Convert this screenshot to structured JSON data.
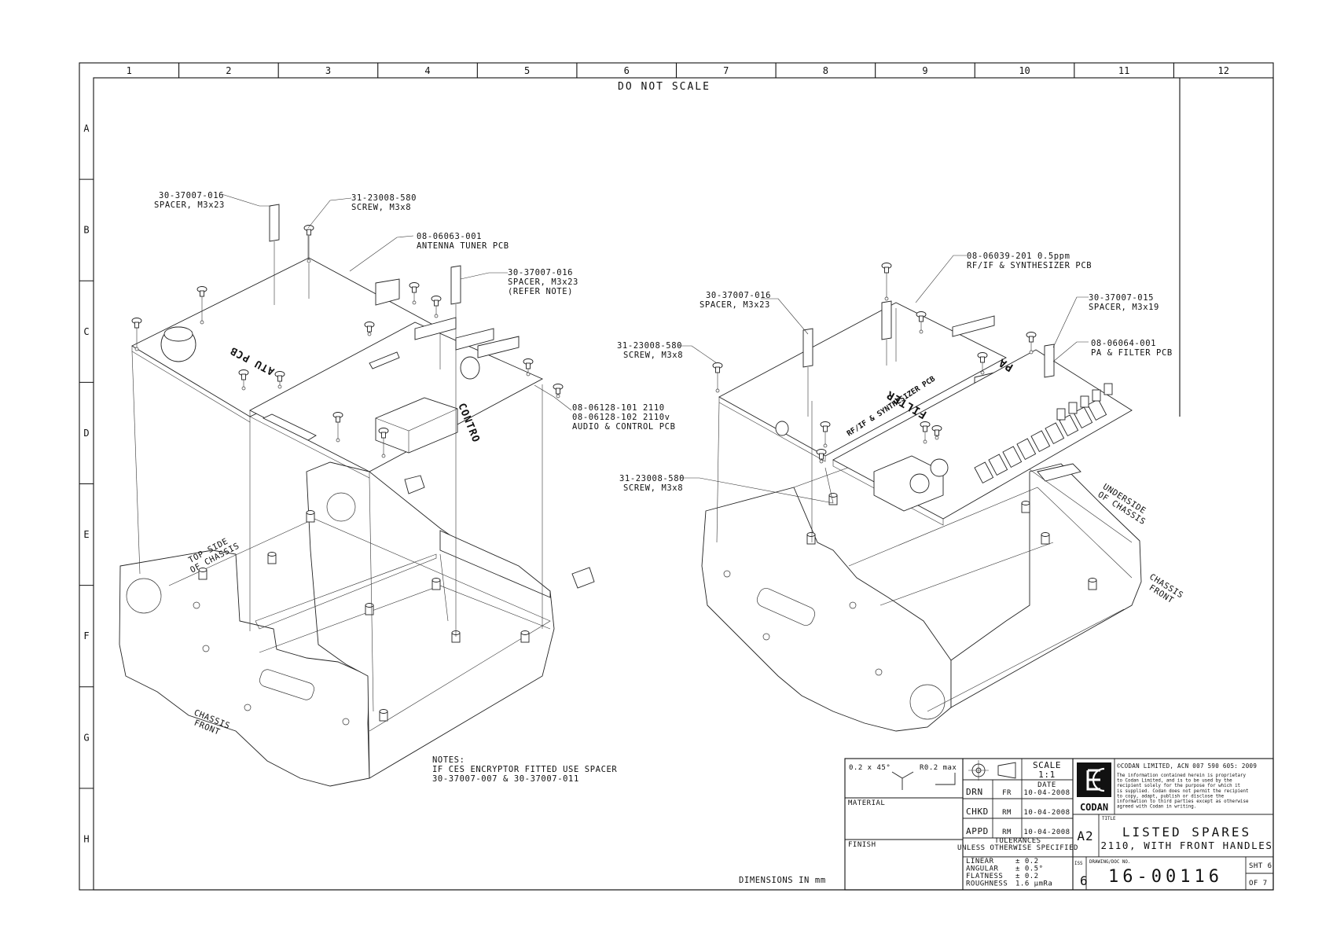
{
  "sheet": {
    "heading": "DO NOT SCALE",
    "columns": [
      "1",
      "2",
      "3",
      "4",
      "5",
      "6",
      "7",
      "8",
      "9",
      "10",
      "11",
      "12"
    ],
    "rows": [
      "A",
      "B",
      "C",
      "D",
      "E",
      "F",
      "G",
      "H"
    ],
    "dimensions_note": "DIMENSIONS IN mm"
  },
  "notes": {
    "title": "NOTES:",
    "line1": "IF CES ENCRYPTOR FITTED USE SPACER",
    "line2": "30-37007-007 & 30-37007-011"
  },
  "left_callouts": [
    {
      "id": "spacer-1",
      "part": "30-37007-016",
      "desc": "SPACER, M3x23",
      "extra": ""
    },
    {
      "id": "screw-1",
      "part": "31-23008-580",
      "desc": "SCREW, M3x8",
      "extra": ""
    },
    {
      "id": "atu-pcb",
      "part": "08-06063-001",
      "desc": "ANTENNA TUNER PCB",
      "extra": ""
    },
    {
      "id": "spacer-2",
      "part": "30-37007-016",
      "desc": "SPACER, M3x23",
      "extra": "(REFER NOTE)"
    },
    {
      "id": "audio-pcb",
      "part": "08-06128-101 2110",
      "desc": "08-06128-102 2110v",
      "extra": "AUDIO & CONTROL PCB"
    }
  ],
  "right_callouts": [
    {
      "id": "rf-pcb",
      "part": "08-06039-201 0.5ppm",
      "desc": "RF/IF & SYNTHESIZER PCB",
      "extra": ""
    },
    {
      "id": "spacer-3",
      "part": "30-37007-016",
      "desc": "SPACER, M3x23",
      "extra": ""
    },
    {
      "id": "spacer-4",
      "part": "30-37007-015",
      "desc": "SPACER, M3x19",
      "extra": ""
    },
    {
      "id": "screw-2",
      "part": "31-23008-580",
      "desc": "SCREW, M3x8",
      "extra": ""
    },
    {
      "id": "pa-pcb",
      "part": "08-06064-001",
      "desc": "PA & FILTER PCB",
      "extra": ""
    },
    {
      "id": "screw-3",
      "part": "31-23008-580",
      "desc": "SCREW, M3x8",
      "extra": ""
    }
  ],
  "chassis_labels": {
    "left_top": [
      "TOP SIDE",
      "OF CHASSIS"
    ],
    "left_front": [
      "CHASSIS",
      "FRONT"
    ],
    "right_under": [
      "UNDERSIDE",
      "OF CHASSIS"
    ],
    "right_front": [
      "CHASSIS",
      "FRONT"
    ]
  },
  "board_text": {
    "atu": "ATU PCB",
    "control": "CONTRO",
    "rf": "RF/IF & SYNTHESIZER PCB",
    "pa": "PA",
    "filter": "FILTER"
  },
  "title_block": {
    "chamfer": "0.2 x 45°",
    "radius": "R0.2 max",
    "material_label": "MATERIAL",
    "finish_label": "FINISH",
    "scale_label": "SCALE",
    "scale_value": "1:1",
    "date_label": "DATE",
    "approvals": [
      {
        "role": "DRN",
        "initials": "FR",
        "date": "10-04-2008"
      },
      {
        "role": "CHKD",
        "initials": "RM",
        "date": "10-04-2008"
      },
      {
        "role": "APPD",
        "initials": "RM",
        "date": "10-04-2008"
      }
    ],
    "tolerances_heading": "TOLERANCES",
    "tolerances_sub": "UNLESS OTHERWISE SPECIFIED",
    "tolerances": [
      {
        "name": "LINEAR",
        "value": "± 0.2"
      },
      {
        "name": "ANGULAR",
        "value": "± 0.5°"
      },
      {
        "name": "FLATNESS",
        "value": "± 0.2"
      },
      {
        "name": "ROUGHNESS",
        "value": "1.6 µmRa"
      }
    ],
    "company": "CODAN",
    "copyright": "©CODAN LIMITED, ACN 007 590 605:  2009",
    "legal": [
      "The information contained herein is proprietary",
      "to Codan Limited, and is to be used by the",
      "recipient solely for the purpose for which it",
      "is supplied. Codan does not permit the recipient",
      "to copy, adapt, publish or disclose the",
      "information to third parties except as otherwise",
      "agreed with Codan in writing."
    ],
    "size": "A2",
    "title_label": "TITLE",
    "title_line1": "LISTED SPARES",
    "title_line2": "2110, WITH FRONT HANDLES",
    "iss_label": "ISS",
    "iss_value": "6",
    "doc_label": "DRAWING/DOC NO.",
    "doc_no": "16-00116",
    "sheet_label": "SHT 6",
    "of_label": "OF  7"
  },
  "colors": {
    "ink": "#111111",
    "paper": "#ffffff"
  }
}
